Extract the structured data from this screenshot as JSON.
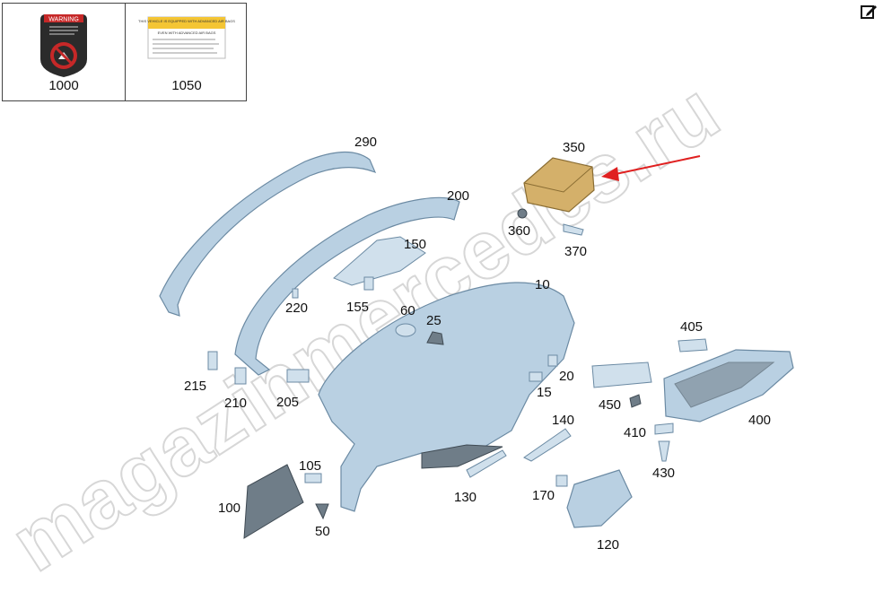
{
  "thumbnails": [
    {
      "id": "1000",
      "label": "1000",
      "icon": "warning-airbag-sticker"
    },
    {
      "id": "1050",
      "label": "1050",
      "icon": "airbag-info-sticker"
    }
  ],
  "sticker_1000": {
    "title": "WARNING"
  },
  "sticker_1050": {
    "title": "THIS VEHICLE IS EQUIPPED WITH ADVANCED AIR BAGS",
    "subtitle": "EVEN WITH ADVANCED AIR BAGS"
  },
  "watermark": "magazinmercedes.ru",
  "part_labels": {
    "p10": "10",
    "p15": "15",
    "p20": "20",
    "p25": "25",
    "p50": "50",
    "p60": "60",
    "p100": "100",
    "p105": "105",
    "p120": "120",
    "p130": "130",
    "p140": "140",
    "p150": "150",
    "p155": "155",
    "p170": "170",
    "p200": "200",
    "p205": "205",
    "p210": "210",
    "p215": "215",
    "p220": "220",
    "p290": "290",
    "p350": "350",
    "p360": "360",
    "p370": "370",
    "p400": "400",
    "p405": "405",
    "p410": "410",
    "p430": "430",
    "p450": "450"
  },
  "highlight": {
    "part": "350",
    "color": "#d4b06a",
    "arrow_color": "#e02020"
  }
}
